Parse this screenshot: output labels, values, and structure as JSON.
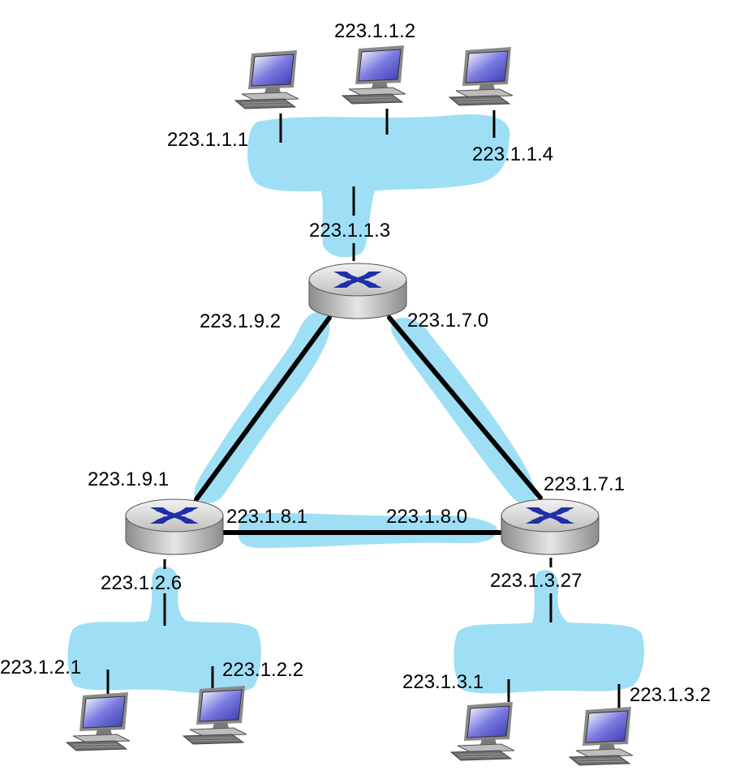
{
  "routers": [
    {
      "id": "top"
    },
    {
      "id": "left"
    },
    {
      "id": "right"
    }
  ],
  "hosts": [
    {
      "id": "h1"
    },
    {
      "id": "h2"
    },
    {
      "id": "h3"
    },
    {
      "id": "h4"
    },
    {
      "id": "h5"
    },
    {
      "id": "h6"
    },
    {
      "id": "h7"
    }
  ],
  "labels": {
    "h_223_1_1_1": "223.1.1.1",
    "h_223_1_1_2": "223.1.1.2",
    "h_223_1_1_4": "223.1.1.4",
    "r_223_1_1_3": "223.1.1.3",
    "r_223_1_9_2": "223.1.9.2",
    "r_223_1_7_0": "223.1.7.0",
    "r_223_1_9_1": "223.1.9.1",
    "r_223_1_7_1": "223.1.7.1",
    "r_223_1_8_1": "223.1.8.1",
    "r_223_1_8_0": "223.1.8.0",
    "r_223_1_2_6": "223.1.2.6",
    "r_223_1_3_27": "223.1.3.27",
    "h_223_1_2_1": "223.1.2.1",
    "h_223_1_2_2": "223.1.2.2",
    "h_223_1_3_1": "223.1.3.1",
    "h_223_1_3_2": "223.1.3.2"
  },
  "colors": {
    "subnet": "#9EDFF5",
    "link": "#000000",
    "router_body": "#D9D9D9",
    "router_mark": "#2233AA",
    "screen": "#5B5BD6"
  }
}
